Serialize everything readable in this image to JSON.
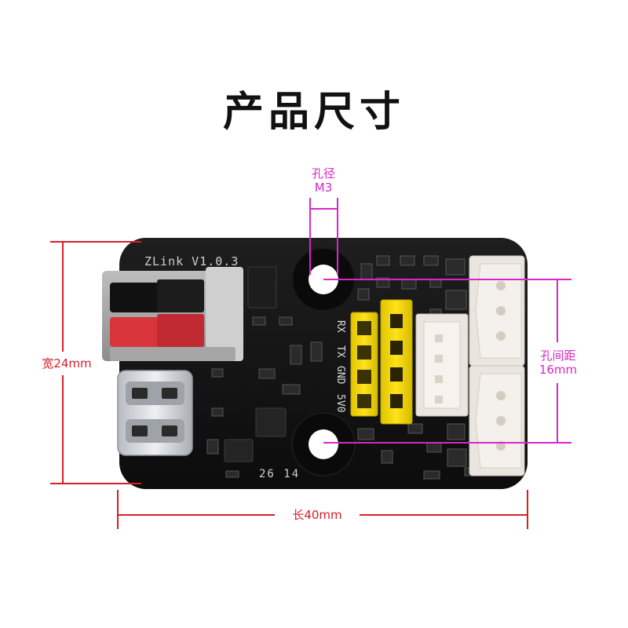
{
  "title": "产品尺寸",
  "board": {
    "silkscreen_name": "ZLink V1.0.3",
    "silkscreen_code": "26 14",
    "pin_labels": [
      "RX",
      "TX",
      "GND",
      "5V0"
    ]
  },
  "dimensions": {
    "hole_diameter": {
      "label": "孔径",
      "value": "M3"
    },
    "hole_spacing": {
      "label": "孔间距",
      "value": "16mm"
    },
    "width": {
      "label": "宽24mm"
    },
    "length": {
      "label": "长40mm"
    }
  },
  "colors": {
    "board": "#141414",
    "red_dim": "#d81e28",
    "magenta_dim": "#d926c9",
    "header_yellow": "#f2d600",
    "wago_red": "#d8343c",
    "connector_white": "#eae6df"
  }
}
